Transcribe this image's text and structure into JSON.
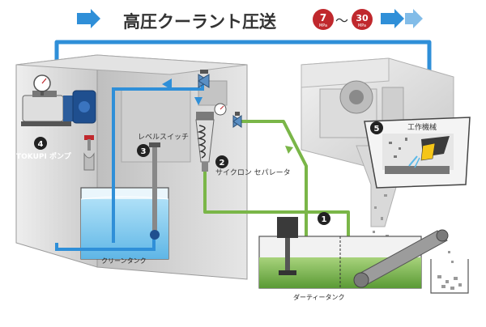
{
  "header": {
    "title": "高圧クーラント圧送",
    "pressure_min": "7",
    "pressure_max": "30",
    "pressure_unit": "MPa",
    "range_separator": "〜"
  },
  "labels": {
    "cyclone": "サイクロン セパレータ",
    "level_switch": "レベルスイッチ",
    "pump": "TOKUPI ポンプ",
    "clean_tank": "クリーンタンク",
    "dirty_tank": "ダーティータンク",
    "machine": "工作機械"
  },
  "markers": {
    "dirty_tank": "1",
    "cyclone": "2",
    "level_switch": "3",
    "pump": "4",
    "machine": "5"
  },
  "colors": {
    "clean_pipe": "#2f8fd8",
    "dirty_pipe": "#7ab648",
    "title_text": "#333333",
    "badge": "#c0282d",
    "cabinet": "#d4d4d4",
    "clean_water": "#8fd0f2",
    "dirty_water": "#7fbf4a"
  }
}
